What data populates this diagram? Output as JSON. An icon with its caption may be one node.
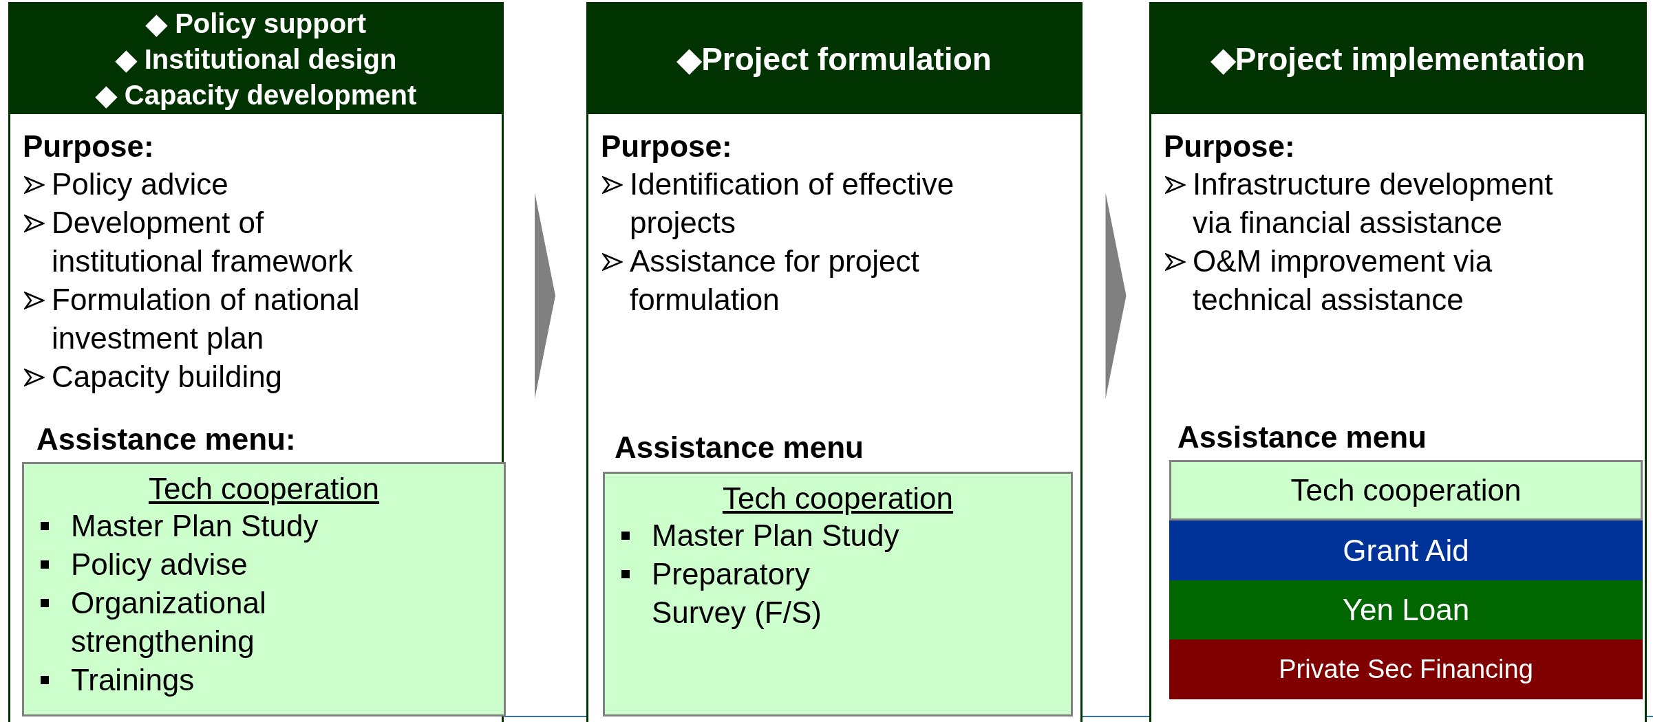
{
  "diagram": {
    "nodes": [
      {
        "text": [
          "◆ Policy support",
          "◆ Institutional design",
          "◆ Capacity development",
          "Purpose:",
          "Policy advice",
          "Development of institutional framework",
          "Formulation of national investment plan",
          "Capacity building",
          "Assistance menu:"
        ]
      },
      {
        "text": [
          "Tech cooperation",
          "Master Plan Study",
          "Policy advise",
          "Organizational strengthening",
          "Trainings"
        ],
        "in": 0
      },
      {
        "text": [
          "◆Project formulation",
          "Purpose:",
          "Identification of effective projects",
          "Assistance for project formulation",
          "Assistance menu"
        ]
      },
      {
        "text": [
          "Tech cooperation",
          "Master Plan Study",
          "Preparatory Survey (F/S)"
        ],
        "in": 2
      },
      {
        "text": [
          "◆Project implementation",
          "Purpose:",
          "Infrastructure development via financial assistance",
          "O&M improvement via technical assistance",
          "Assistance menu"
        ]
      },
      {
        "text": [
          "Tech cooperation"
        ],
        "in": 4
      },
      {
        "text": [
          "Grant Aid"
        ],
        "in": 4
      },
      {
        "text": [
          "Yen Loan"
        ],
        "in": 4
      },
      {
        "text": [
          "Private Sec Financing"
        ],
        "in": 4
      }
    ],
    "edges": [
      {
        "from": 0,
        "to": 2,
        "arrow": "to"
      },
      {
        "from": 2,
        "to": 4,
        "arrow": "to"
      }
    ]
  }
}
